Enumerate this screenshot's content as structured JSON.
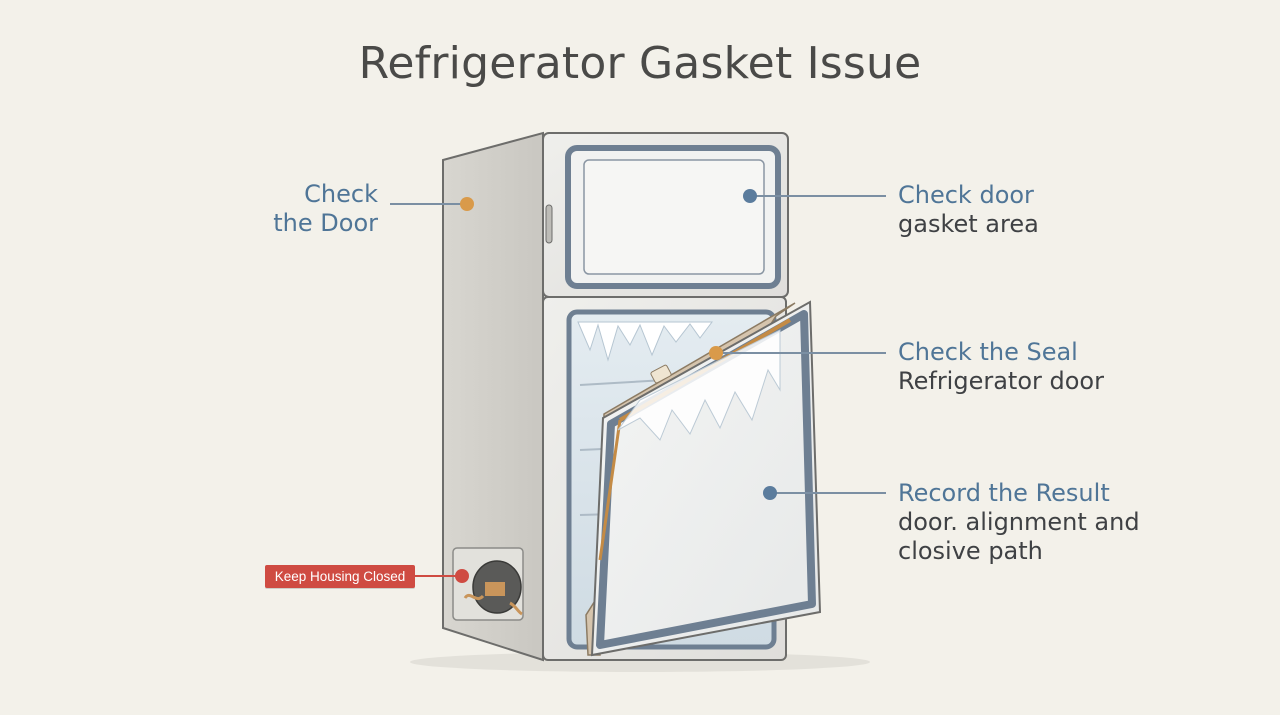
{
  "title": "Refrigerator Gasket Issue",
  "callouts": {
    "check_door": {
      "line1": "Check",
      "line2": "the Door"
    },
    "check_gasket": {
      "head": "Check door",
      "sub": "gasket area"
    },
    "check_seal": {
      "head": "Check the Seal",
      "sub": "Refrigerator door"
    },
    "record_result": {
      "head": "Record the Result",
      "sub1": "door. alignment and",
      "sub2": "closive path"
    }
  },
  "warning_badge": "Keep Housing Closed",
  "colors": {
    "background": "#f3f1ea",
    "title": "#4a4a48",
    "callout_heading": "#4f7597",
    "callout_text": "#3f4144",
    "marker_orange": "#d99a4a",
    "marker_blue": "#5b7c9d",
    "marker_red": "#cf4b42",
    "gasket": "#6e7f92"
  }
}
